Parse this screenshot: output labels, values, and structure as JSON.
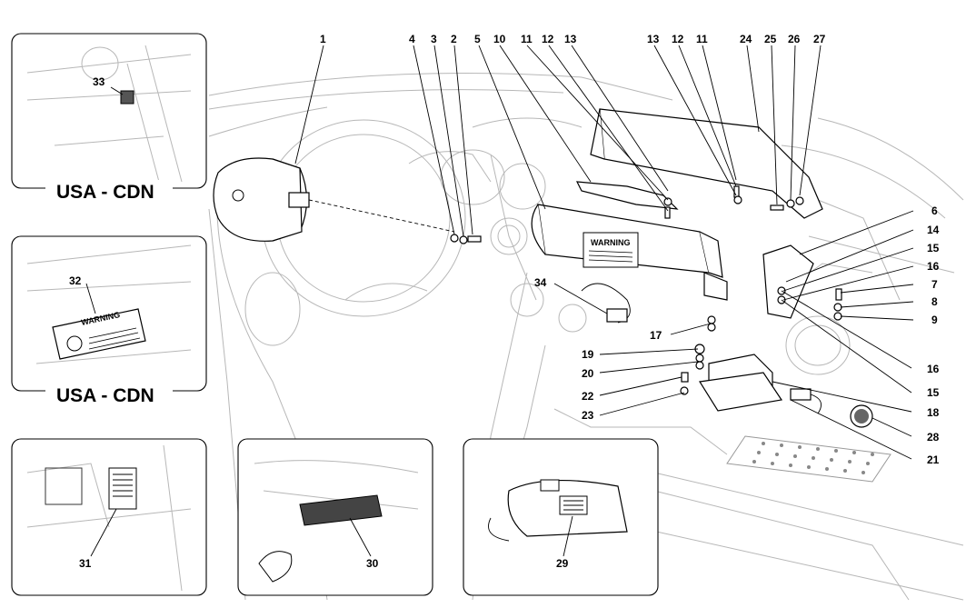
{
  "callouts": {
    "c1": "1",
    "c2": "2",
    "c3": "3",
    "c4": "4",
    "c5": "5",
    "c6": "6",
    "c7": "7",
    "c8": "8",
    "c9": "9",
    "c10": "10",
    "c11a": "11",
    "c11b": "11",
    "c12a": "12",
    "c12b": "12",
    "c13a": "13",
    "c13b": "13",
    "c14": "14",
    "c15a": "15",
    "c15b": "15",
    "c16a": "16",
    "c16b": "16",
    "c17": "17",
    "c18": "18",
    "c19": "19",
    "c20": "20",
    "c21": "21",
    "c22": "22",
    "c23": "23",
    "c24": "24",
    "c25": "25",
    "c26": "26",
    "c27": "27",
    "c28": "28",
    "c29": "29",
    "c30": "30",
    "c31": "31",
    "c32": "32",
    "c33": "33",
    "c34": "34"
  },
  "insets": {
    "top_left_region": "USA - CDN",
    "mid_left_region": "USA - CDN",
    "warning_label_text": "WARNING",
    "main_warning_label_text": "WARNING"
  }
}
